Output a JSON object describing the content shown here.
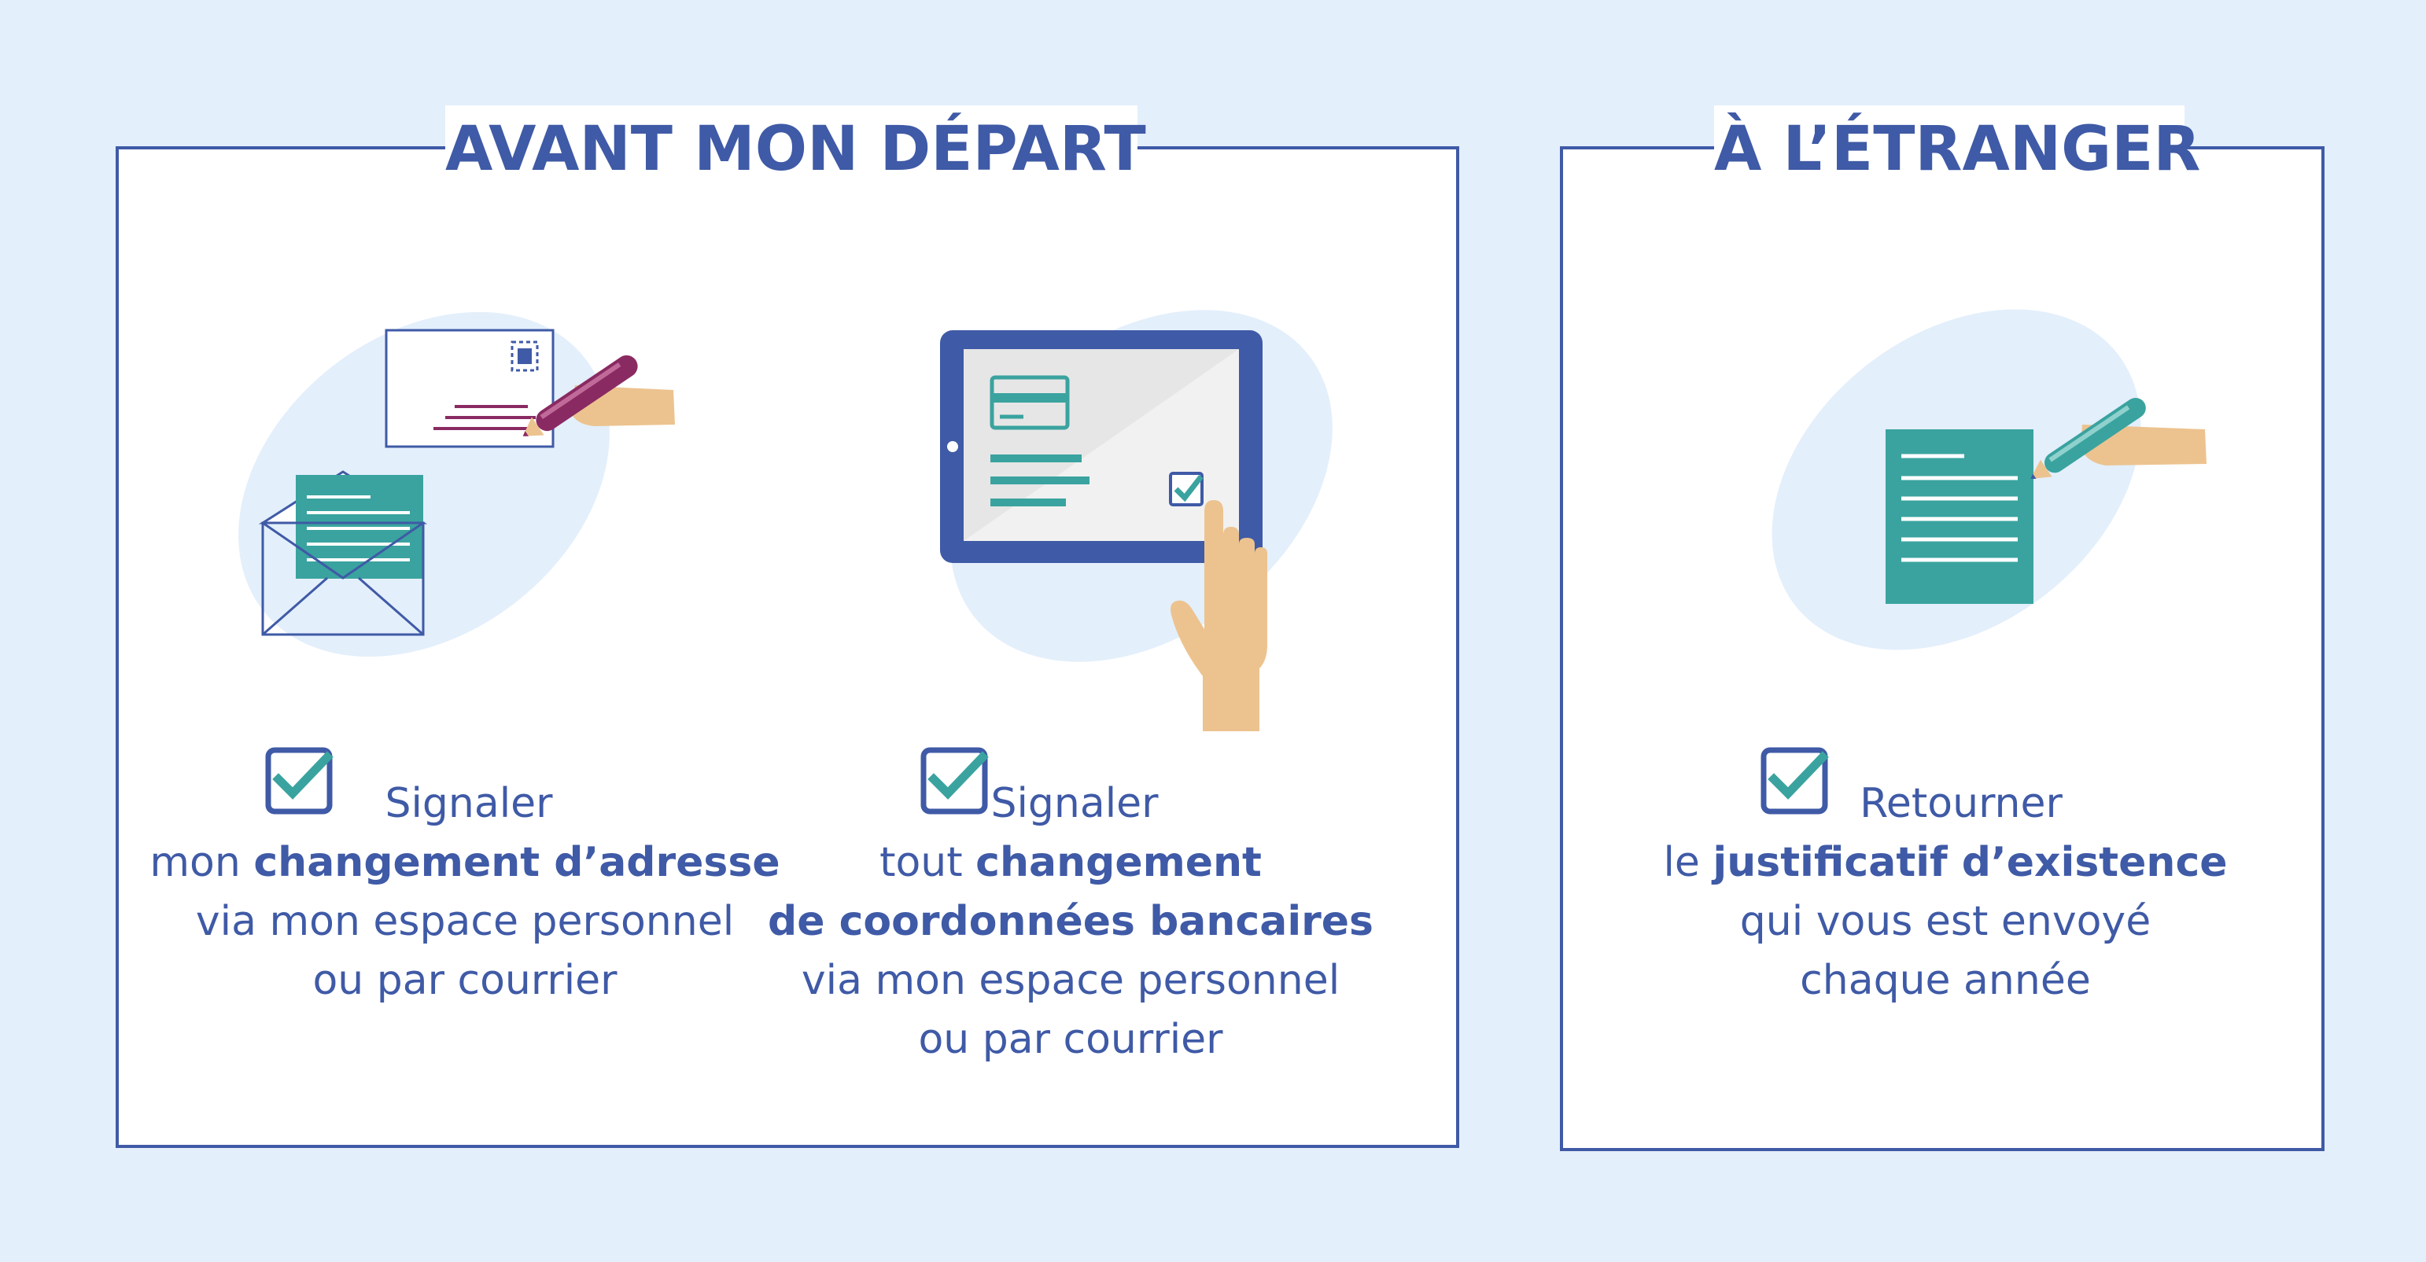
{
  "colors": {
    "background": "#e3effb",
    "primary": "#3f5aa6",
    "teal": "#3aa39f",
    "plum": "#8a2a62",
    "skin": "#ecc38f",
    "blob": "#e3effb"
  },
  "panels": {
    "before": {
      "title": "AVANT MON DÉPART",
      "items": [
        {
          "icon": "mail-envelope-icon",
          "check_icon": "checkbox-checked-icon",
          "line1": "Signaler",
          "line2_pre": "mon ",
          "line2_bold": "changement d’adresse",
          "line3": "via mon espace personnel",
          "line4": "ou par courrier"
        },
        {
          "icon": "tablet-touch-icon",
          "check_icon": "checkbox-checked-icon",
          "line1": "Signaler",
          "line2_pre": "tout ",
          "line2_bold": "changement",
          "line3_bold": "de coordonnées bancaires",
          "line4": "via mon espace personnel",
          "line5": "ou par courrier"
        }
      ]
    },
    "abroad": {
      "title": "À L’ÉTRANGER",
      "items": [
        {
          "icon": "document-pen-icon",
          "check_icon": "checkbox-checked-icon",
          "line1": "Retourner",
          "line2_pre": "le ",
          "line2_bold": "justificatif d’existence",
          "line3": "qui vous est envoyé",
          "line4": "chaque année"
        }
      ]
    }
  }
}
